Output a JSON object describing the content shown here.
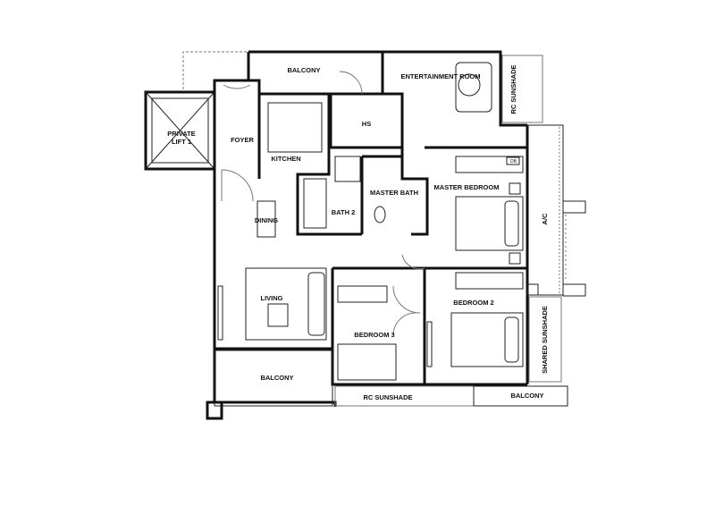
{
  "rooms": {
    "balcony_top": "BALCONY",
    "entertainment": "ENTERTAINMENT ROOM",
    "rc_sunshade_right": "RC SUNSHADE",
    "private_lift_line1": "PRIVATE",
    "private_lift_line2": "LIFT 1",
    "foyer": "FOYER",
    "kitchen": "KITCHEN",
    "hs": "HS",
    "master_bath": "MASTER BATH",
    "master_bedroom": "MASTER BEDROOM",
    "bath2": "BATH 2",
    "dining": "DINING",
    "ac": "A/C",
    "living": "LIVING",
    "bedroom2": "BEDROOM 2",
    "bedroom3": "BEDROOM 3",
    "shared_sunshade": "SHARED SUNSHADE",
    "balcony_bottom_left": "BALCONY",
    "rc_sunshade_bottom": "RC SUNSHADE",
    "balcony_bottom_right": "BALCONY",
    "db_master": "DB"
  }
}
